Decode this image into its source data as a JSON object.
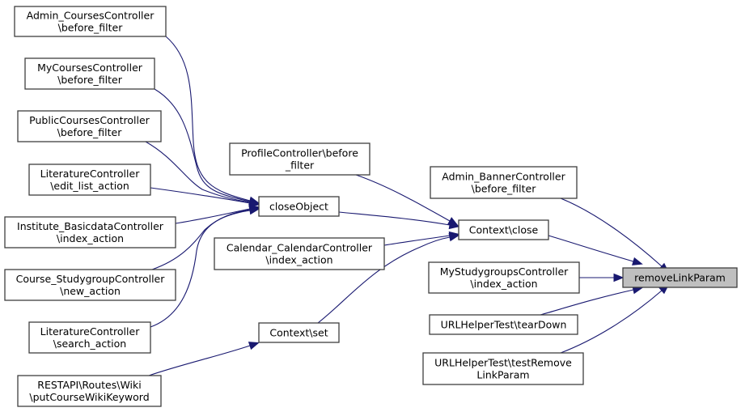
{
  "diagram": {
    "type": "call-graph",
    "direction": "right-to-left callers",
    "colors": {
      "edge": "#191970",
      "node_border": "#3f3f3f",
      "root_fill": "#bfbfbf",
      "node_fill": "#ffffff"
    },
    "nodes": [
      {
        "id": "admin_courses",
        "lines": [
          "Admin_CoursesController",
          "\\before_filter"
        ]
      },
      {
        "id": "mycourses",
        "lines": [
          "MyCoursesController",
          "\\before_filter"
        ]
      },
      {
        "id": "publiccourses",
        "lines": [
          "PublicCoursesController",
          "\\before_filter"
        ]
      },
      {
        "id": "lit_edit",
        "lines": [
          "LiteratureController",
          "\\edit_list_action"
        ]
      },
      {
        "id": "institute",
        "lines": [
          "Institute_BasicdataController",
          "\\index_action"
        ]
      },
      {
        "id": "course_sg",
        "lines": [
          "Course_StudygroupController",
          "\\new_action"
        ]
      },
      {
        "id": "lit_search",
        "lines": [
          "LiteratureController",
          "\\search_action"
        ]
      },
      {
        "id": "restapi",
        "lines": [
          "RESTAPI\\Routes\\Wiki",
          "\\putCourseWikiKeyword"
        ]
      },
      {
        "id": "profile",
        "lines": [
          "ProfileController\\before",
          "_filter"
        ]
      },
      {
        "id": "closeobject",
        "lines": [
          "closeObject"
        ]
      },
      {
        "id": "calendar",
        "lines": [
          "Calendar_CalendarController",
          "\\index_action"
        ]
      },
      {
        "id": "context_set",
        "lines": [
          "Context\\set"
        ]
      },
      {
        "id": "admin_banner",
        "lines": [
          "Admin_BannerController",
          "\\before_filter"
        ]
      },
      {
        "id": "context_close",
        "lines": [
          "Context\\close"
        ]
      },
      {
        "id": "mystudygroups",
        "lines": [
          "MyStudygroupsController",
          "\\index_action"
        ]
      },
      {
        "id": "teardown",
        "lines": [
          "URLHelperTest\\tearDown"
        ]
      },
      {
        "id": "testremove",
        "lines": [
          "URLHelperTest\\testRemove",
          "LinkParam"
        ]
      },
      {
        "id": "root",
        "lines": [
          "removeLinkParam"
        ],
        "highlighted": true
      }
    ],
    "edges": [
      {
        "from": "admin_courses",
        "to": "closeobject"
      },
      {
        "from": "mycourses",
        "to": "closeobject"
      },
      {
        "from": "publiccourses",
        "to": "closeobject"
      },
      {
        "from": "lit_edit",
        "to": "closeobject"
      },
      {
        "from": "institute",
        "to": "closeobject"
      },
      {
        "from": "course_sg",
        "to": "closeobject"
      },
      {
        "from": "lit_search",
        "to": "closeobject"
      },
      {
        "from": "restapi",
        "to": "context_set"
      },
      {
        "from": "profile",
        "to": "context_close"
      },
      {
        "from": "closeobject",
        "to": "context_close"
      },
      {
        "from": "calendar",
        "to": "context_close"
      },
      {
        "from": "context_set",
        "to": "context_close"
      },
      {
        "from": "admin_banner",
        "to": "root"
      },
      {
        "from": "context_close",
        "to": "root"
      },
      {
        "from": "mystudygroups",
        "to": "root"
      },
      {
        "from": "teardown",
        "to": "root"
      },
      {
        "from": "testremove",
        "to": "root"
      }
    ]
  }
}
